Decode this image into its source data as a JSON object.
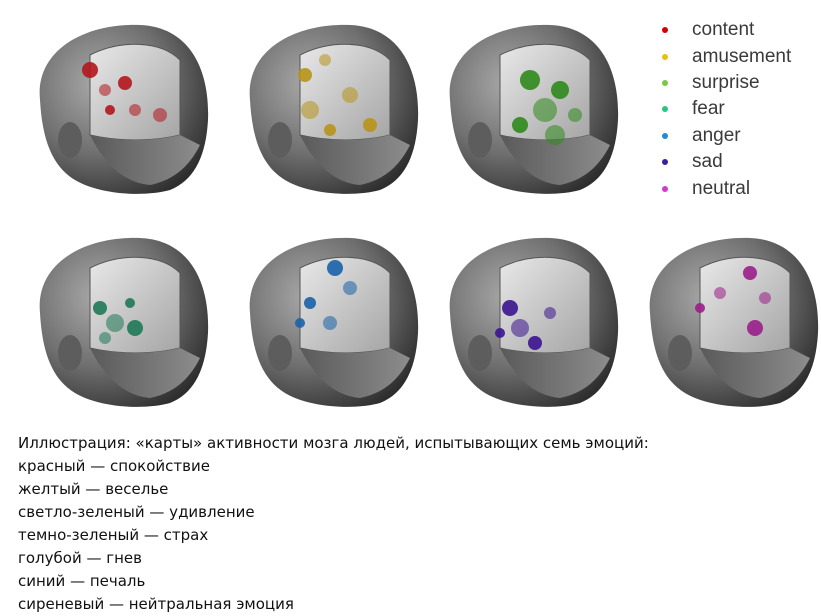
{
  "legend": {
    "items": [
      {
        "label": "content",
        "color": "#d40000"
      },
      {
        "label": "amusement",
        "color": "#e6c300"
      },
      {
        "label": "surprise",
        "color": "#7ac943"
      },
      {
        "label": "fear",
        "color": "#27c77e"
      },
      {
        "label": "anger",
        "color": "#1f8ad6"
      },
      {
        "label": "sad",
        "color": "#3a1fa3"
      },
      {
        "label": "neutral",
        "color": "#d13ad1"
      }
    ]
  },
  "brains": [
    {
      "emotion": "content",
      "color": "#b3161c"
    },
    {
      "emotion": "amusement",
      "color": "#b8941a"
    },
    {
      "emotion": "surprise",
      "color": "#2e8a1a"
    },
    {
      "emotion": "fear",
      "color": "#1e7a55"
    },
    {
      "emotion": "anger",
      "color": "#1a62a8"
    },
    {
      "emotion": "sad",
      "color": "#3a1490"
    },
    {
      "emotion": "neutral",
      "color": "#9a1e8a"
    }
  ],
  "caption": {
    "lines": [
      "Иллюстрация: «карты» активности мозга людей, испытывающих семь эмоций:",
      "красный — спокойствие",
      "желтый — веселье",
      "светло-зеленый — удивление",
      "темно-зеленый — страх",
      "голубой — гнев",
      "синий — печаль",
      "сиреневый — нейтральная эмоция"
    ]
  }
}
